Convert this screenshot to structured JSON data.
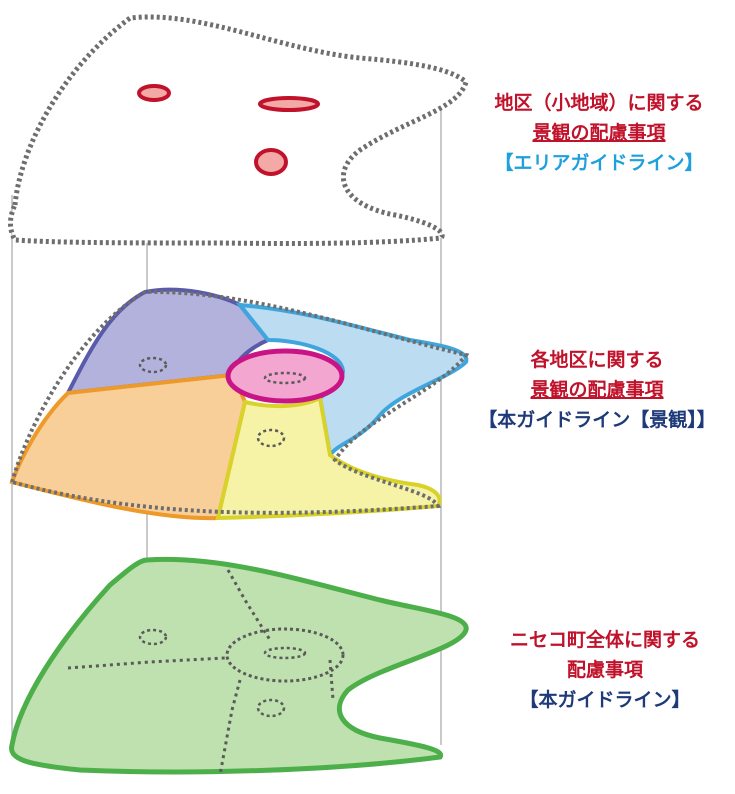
{
  "layers": [
    {
      "id": "area",
      "lines": [
        {
          "text": "地区（小地域）に関する",
          "color": "#c0122b",
          "underline": false
        },
        {
          "text": "景観の配慮事項",
          "color": "#c0122b",
          "underline": true
        },
        {
          "text": "【エリアガイドライン】",
          "color": "#1ea0dc",
          "underline": false
        }
      ]
    },
    {
      "id": "district",
      "lines": [
        {
          "text": "各地区に関する",
          "color": "#c0122b",
          "underline": false
        },
        {
          "text": "景観の配慮事項",
          "color": "#c0122b",
          "underline": true
        },
        {
          "text": "【本ガイドライン【景観】】",
          "color": "#1e3a78",
          "underline": false
        }
      ]
    },
    {
      "id": "town",
      "lines": [
        {
          "text": "ニセコ町全体に関する",
          "color": "#c0122b",
          "underline": false
        },
        {
          "text": "配慮事項",
          "color": "#c0122b",
          "underline": false
        },
        {
          "text": "【本ガイドライン】",
          "color": "#1e3a78",
          "underline": false
        }
      ]
    }
  ],
  "colors": {
    "dotted_outline": "#6e6e6e",
    "spot_red": "#c0122b",
    "spot_fill": "#f3a9a6",
    "guide_line": "#b9b9b9",
    "region_purple": "#b2b2dc",
    "region_blue": "#bcdcf1",
    "region_orange": "#f8cf98",
    "region_yellow": "#f6f3a6",
    "center_pink": "#f3a6cf",
    "center_ring": "#c81485",
    "green_fill": "#bfe0af",
    "green_stroke": "#4daf4a"
  }
}
